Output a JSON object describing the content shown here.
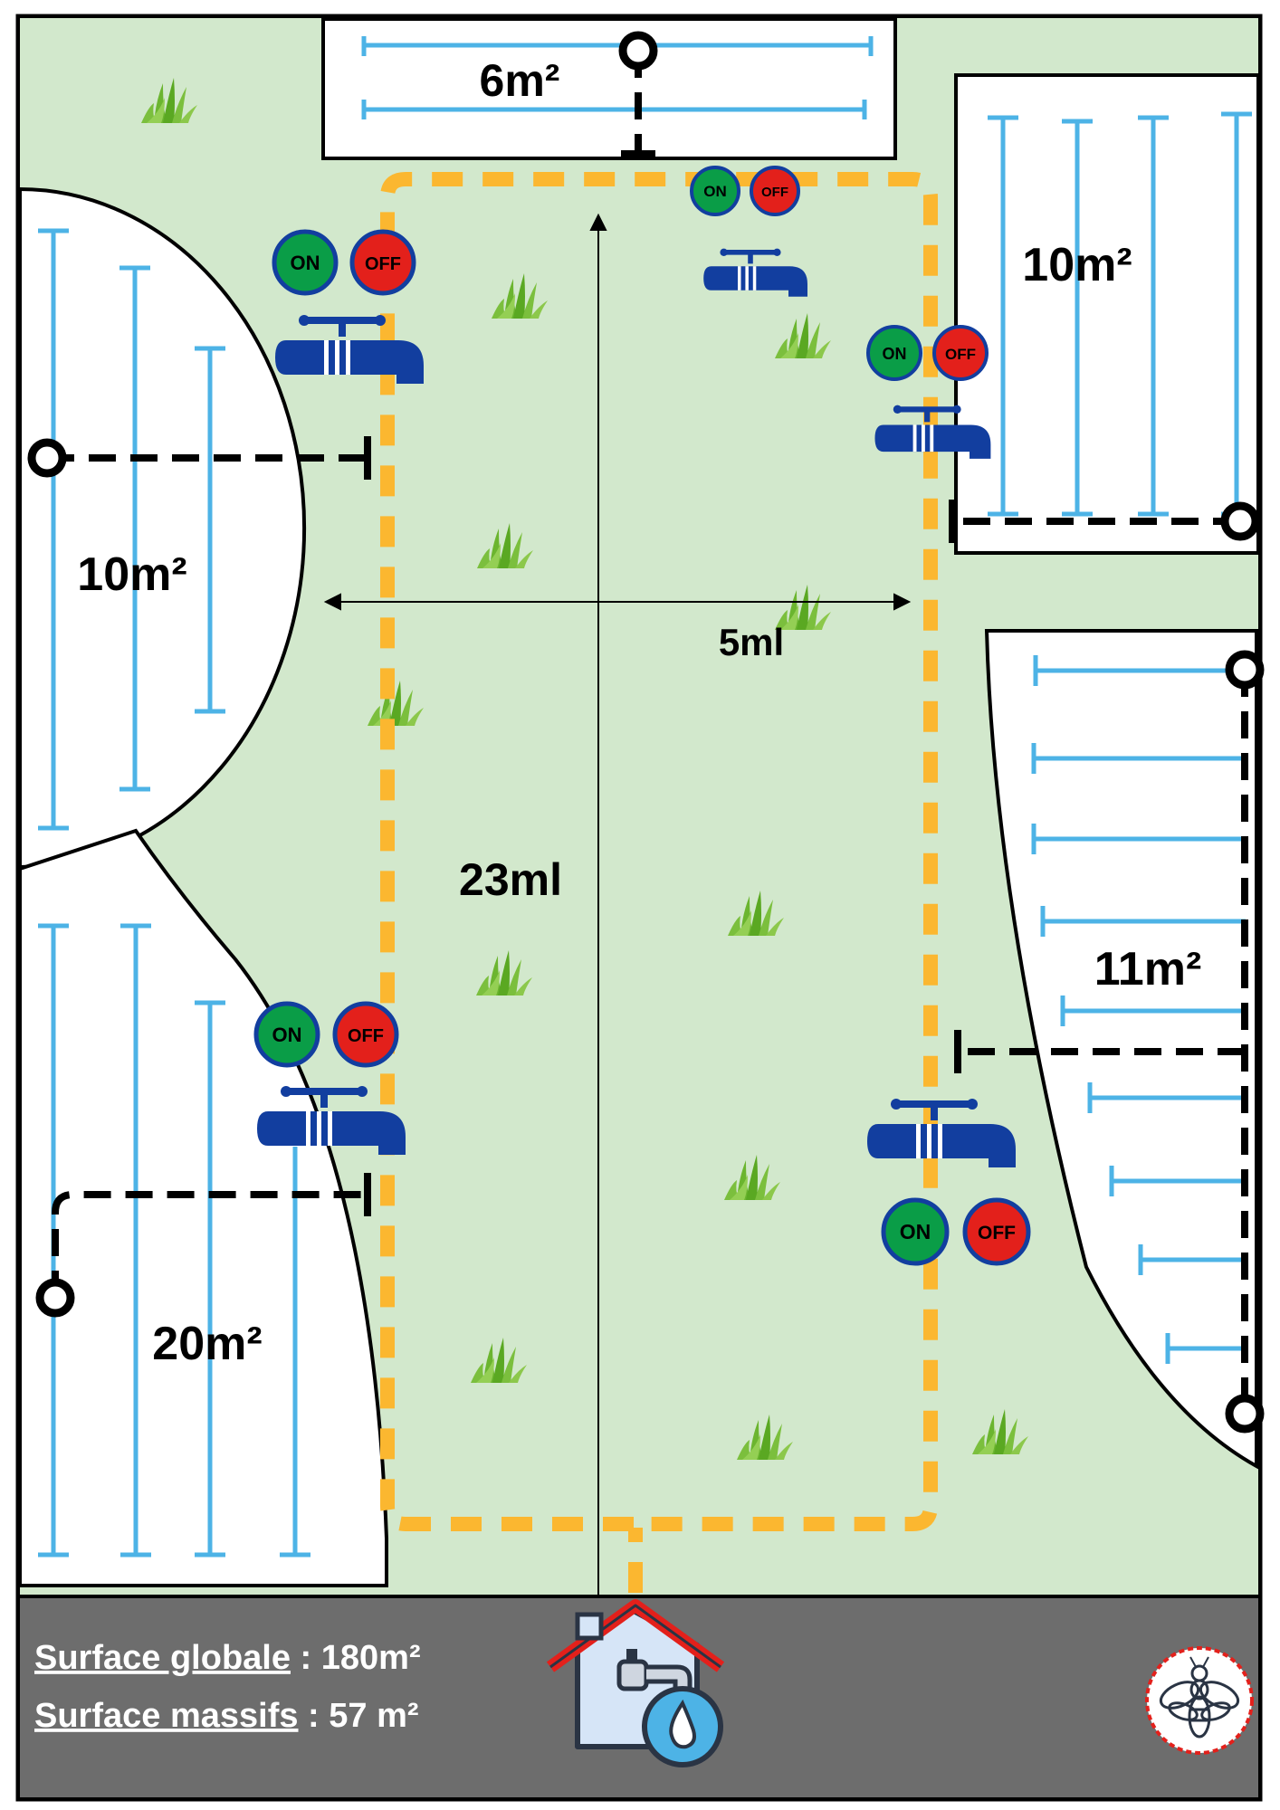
{
  "zones": {
    "top": "6m²",
    "left_upper": "10m²",
    "right_upper": "10m²",
    "right_lower": "11m²",
    "left_lower": "20m²"
  },
  "dimensions": {
    "width": "5ml",
    "length": "23ml"
  },
  "valves": {
    "on_label": "ON",
    "off_label": "OFF"
  },
  "footer": {
    "global_label": "Surface globale",
    "global_value": " : 180m²",
    "beds_label": "Surface massifs",
    "beds_value": " : 57 m²"
  },
  "colors": {
    "lawn": "#d2e8cc",
    "drip_line": "#4db3e6",
    "main_pipe": "#fbb730",
    "footer": "#6d6d6d",
    "valve_on": "#0a9d47",
    "valve_off": "#e3201b",
    "tap": "#123e9f"
  },
  "icons": {
    "tap": "water-tap-icon",
    "source": "house-water-source-icon",
    "logo": "bee-logo-icon",
    "grass": "grass-tuft-icon"
  }
}
